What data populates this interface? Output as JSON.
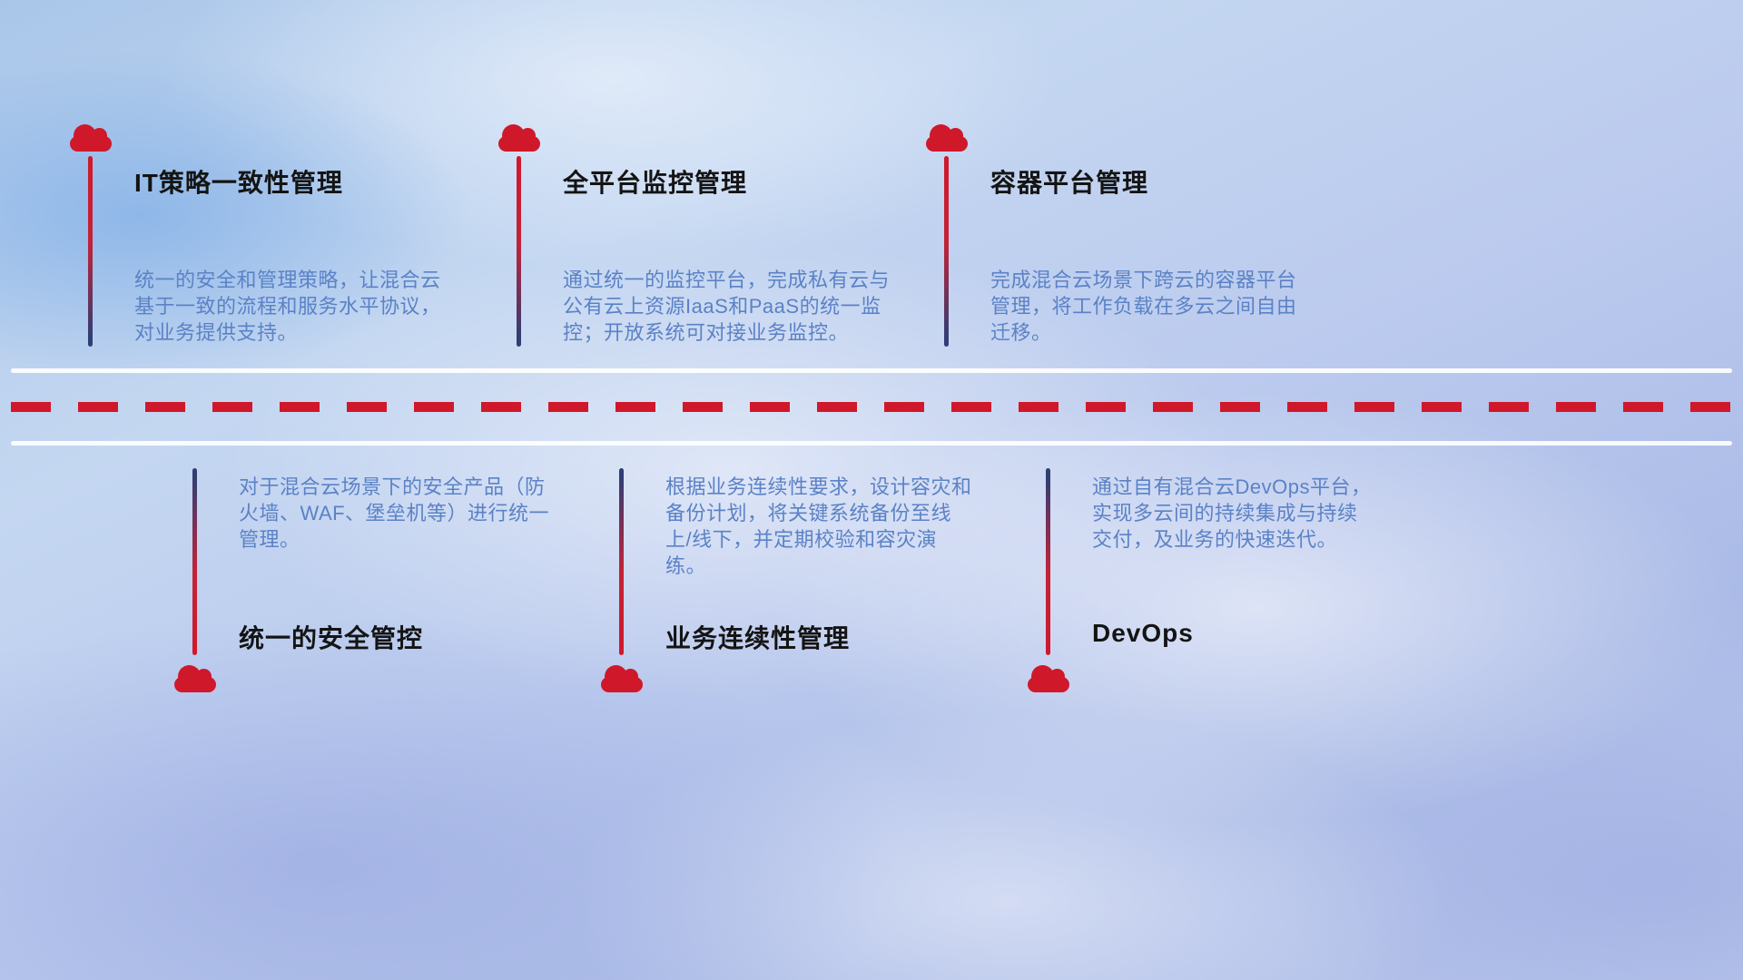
{
  "top_items": [
    {
      "title": "IT策略一致性管理",
      "description": "统一的安全和管理策略，让混合云基于一致的流程和服务水平协议，对业务提供支持。"
    },
    {
      "title": "全平台监控管理",
      "description": "通过统一的监控平台，完成私有云与公有云上资源IaaS和PaaS的统一监控；开放系统可对接业务监控。"
    },
    {
      "title": "容器平台管理",
      "description": "完成混合云场景下跨云的容器平台管理，将工作负载在多云之间自由迁移。"
    }
  ],
  "bottom_items": [
    {
      "title": "统一的安全管控",
      "description": "对于混合云场景下的安全产品（防火墙、WAF、堡垒机等）进行统一管理。"
    },
    {
      "title": "业务连续性管理",
      "description": "根据业务连续性要求，设计容灾和备份计划，将关键系统备份至线上/线下，并定期校验和容灾演练。"
    },
    {
      "title": "DevOps",
      "description": "通过自有混合云DevOps平台，实现多云间的持续集成与持续交付，及业务的快速迭代。"
    }
  ],
  "colors": {
    "accent_red": "#d0182b",
    "line_navy": "#303e74",
    "description_blue": "#5b82c6",
    "title_black": "#141414",
    "divider_white": "#ffffff"
  }
}
